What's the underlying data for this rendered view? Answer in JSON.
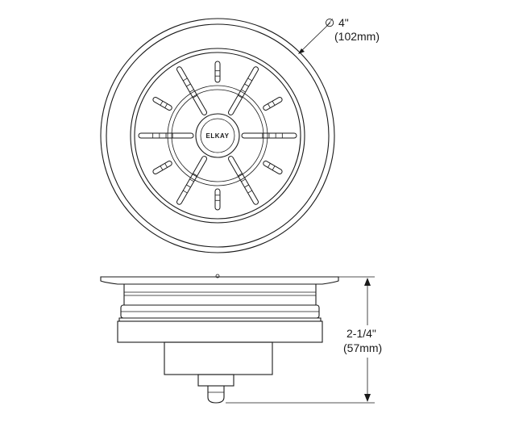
{
  "diameter_dimension": {
    "symbol": "∅",
    "imperial": "4\"",
    "metric": "(102mm)"
  },
  "height_dimension": {
    "imperial": "2-1/4\"",
    "metric": "(57mm)"
  },
  "logo": {
    "text": "ELKAY"
  }
}
